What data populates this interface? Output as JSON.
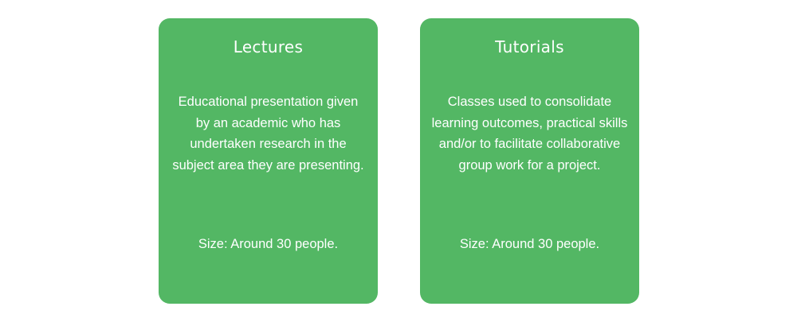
{
  "colors": {
    "card_background": "#53b764",
    "text": "#ffffff",
    "page_background": "#ffffff"
  },
  "cards": [
    {
      "title": "Lectures",
      "description": "Educational presentation given by an academic who has undertaken research in the subject area they are presenting.",
      "size": "Size: Around 30 people."
    },
    {
      "title": "Tutorials",
      "description": "Classes used to consolidate learning outcomes, practical skills and/or to facilitate collaborative group work for a project.",
      "size": "Size: Around 30 people."
    }
  ]
}
